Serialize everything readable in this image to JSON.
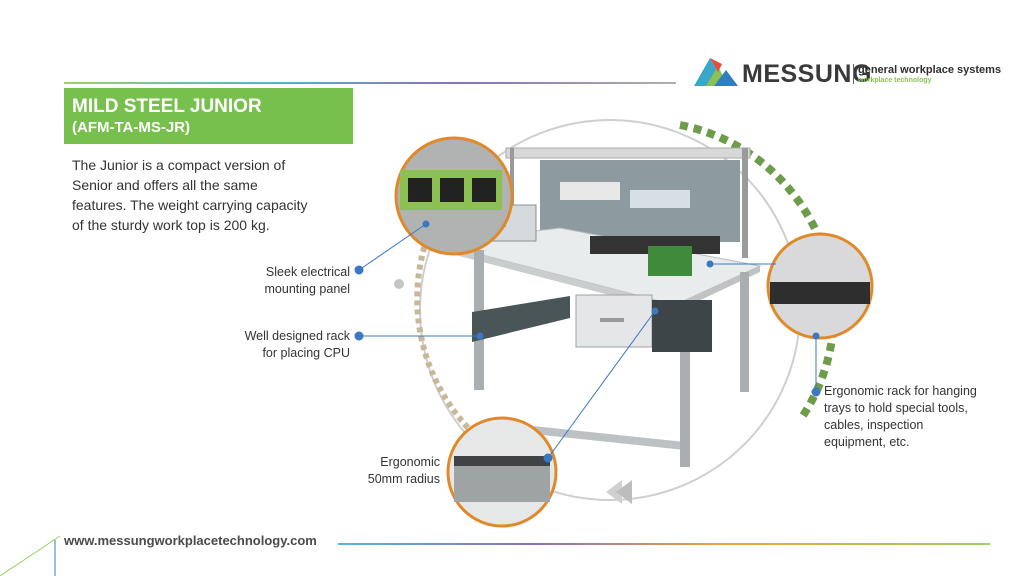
{
  "logo": {
    "brand": "MESSUNG",
    "tagline": "general workplace systems",
    "subline": "workplace technology"
  },
  "header": {
    "title": "MILD STEEL JUNIOR",
    "model": "(AFM-TA-MS-JR)"
  },
  "description": "The Junior is a compact version of Senior and offers all the same features. The weight carrying capacity of the sturdy work top is 200 kg.",
  "callouts": {
    "panel_line1": "Sleek electrical",
    "panel_line2": "mounting panel",
    "rack_line1": "Well designed rack",
    "rack_line2": "for placing CPU",
    "radius_line1": "Ergonomic",
    "radius_line2": "50mm radius",
    "tray_line1": "Ergonomic rack for hanging",
    "tray_line2": "trays to hold special tools,",
    "tray_line3": "cables, inspection",
    "tray_line4": "equipment, etc."
  },
  "footer": {
    "url": "www.messungworkplacetechnology.com"
  },
  "colors": {
    "accent_green": "#78c04e",
    "dot_blue": "#3b78c2",
    "ring_orange": "#e0892a"
  }
}
